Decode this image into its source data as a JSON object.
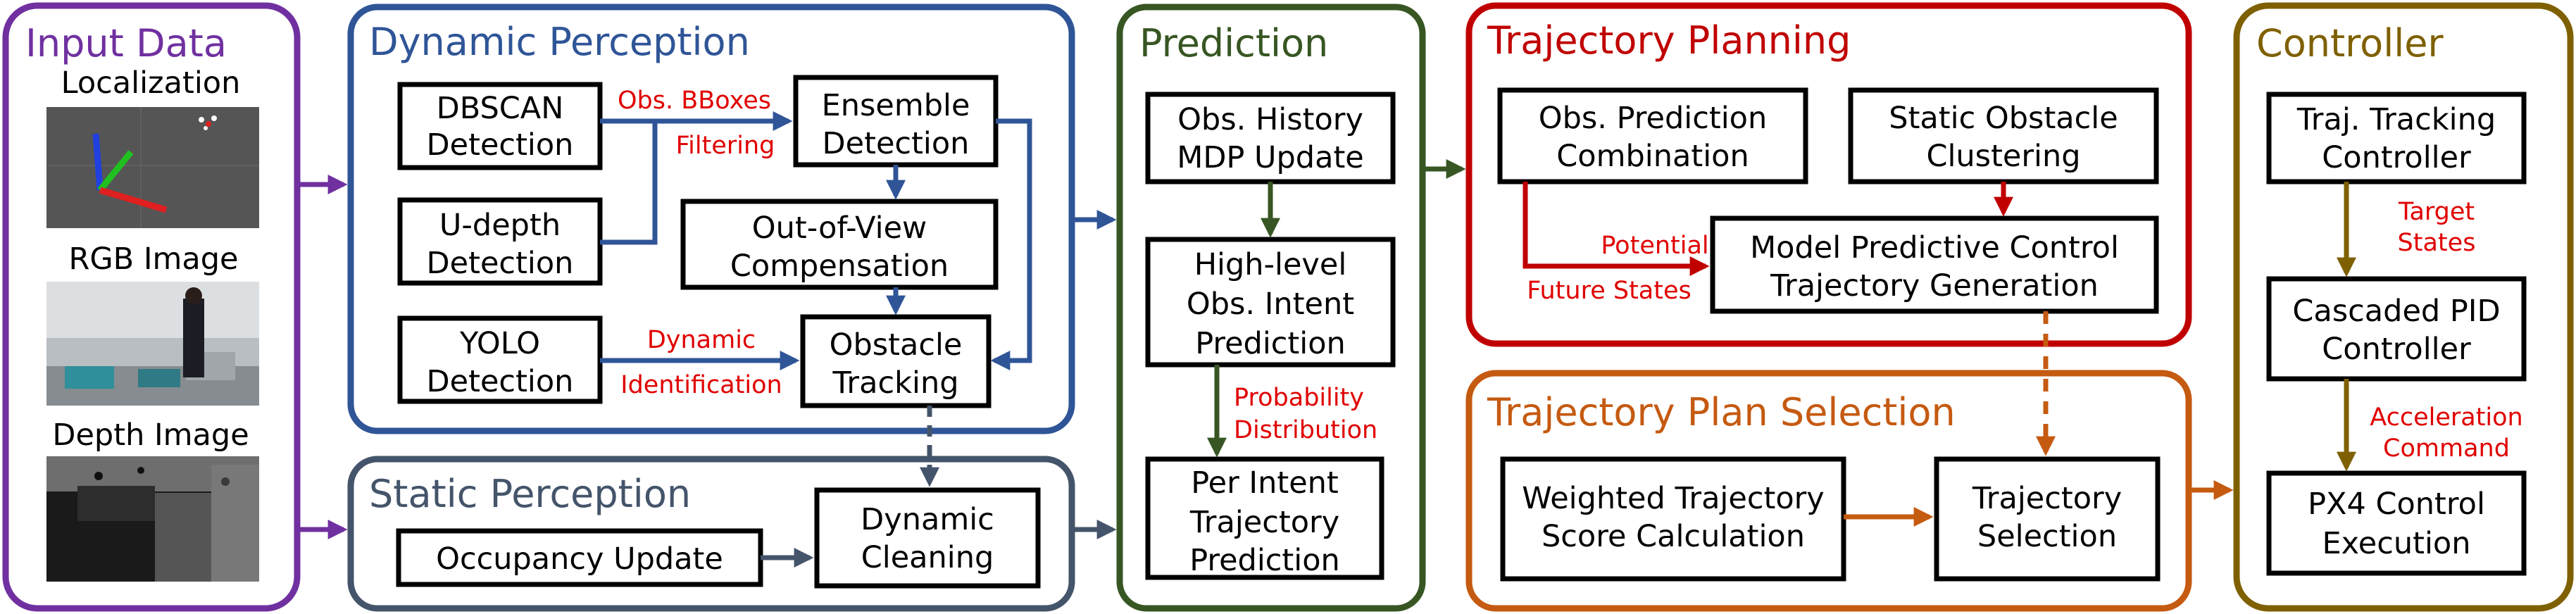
{
  "sections": {
    "input": {
      "title": "Input Data",
      "color": "#7030a0"
    },
    "dynamic": {
      "title": "Dynamic Perception",
      "color": "#2f5597"
    },
    "static": {
      "title": "Static Perception",
      "color": "#44546a"
    },
    "prediction": {
      "title": "Prediction",
      "color": "#375623"
    },
    "planning": {
      "title": "Trajectory Planning",
      "color": "#c00000"
    },
    "selection": {
      "title": "Trajectory Plan Selection",
      "color": "#c55a11"
    },
    "controller": {
      "title": "Controller",
      "color": "#7f6000"
    }
  },
  "inputs": {
    "localization": "Localization",
    "rgb": "RGB Image",
    "depth": "Depth Image"
  },
  "boxes": {
    "dbscan": [
      "DBSCAN",
      "Detection"
    ],
    "udepth": [
      "U-depth",
      "Detection"
    ],
    "yolo": [
      "YOLO",
      "Detection"
    ],
    "ensemble": [
      "Ensemble",
      "Detection"
    ],
    "oov": [
      "Out-of-View",
      "Compensation"
    ],
    "tracking": [
      "Obstacle",
      "Tracking"
    ],
    "occupancy": [
      "Occupancy Update"
    ],
    "cleaning": [
      "Dynamic",
      "Cleaning"
    ],
    "obs_history": [
      "Obs. History",
      "MDP Update"
    ],
    "intent": [
      "High-level",
      "Obs. Intent",
      "Prediction"
    ],
    "per_intent": [
      "Per Intent",
      "Trajectory",
      "Prediction"
    ],
    "obs_pred_comb": [
      "Obs. Prediction",
      "Combination"
    ],
    "static_clust": [
      "Static Obstacle",
      "Clustering"
    ],
    "mpc": [
      "Model Predictive Control",
      "Trajectory Generation"
    ],
    "weighted": [
      "Weighted Trajectory",
      "Score Calculation"
    ],
    "traj_sel": [
      "Trajectory",
      "Selection"
    ],
    "traj_track": [
      "Traj. Tracking",
      "Controller"
    ],
    "pid": [
      "Cascaded PID",
      "Controller"
    ],
    "px4": [
      "PX4 Control",
      "Execution"
    ]
  },
  "labels": {
    "obs_bboxes": "Obs. BBoxes",
    "filtering": "Filtering",
    "dynamic": "Dynamic",
    "identification": "Identification",
    "probability": "Probability",
    "distribution": "Distribution",
    "potential": "Potential",
    "future_states": "Future States",
    "target": "Target",
    "states": "States",
    "acceleration": "Acceleration",
    "command": "Command"
  },
  "colors": {
    "box_border": "#000000",
    "label_red": "#e00000",
    "arrow_blue": "#2f5597",
    "arrow_slate": "#44546a",
    "arrow_green": "#375623",
    "arrow_red": "#c00000",
    "arrow_orange": "#c55a11",
    "arrow_olive": "#7f6000",
    "arrow_purple": "#7030a0"
  }
}
